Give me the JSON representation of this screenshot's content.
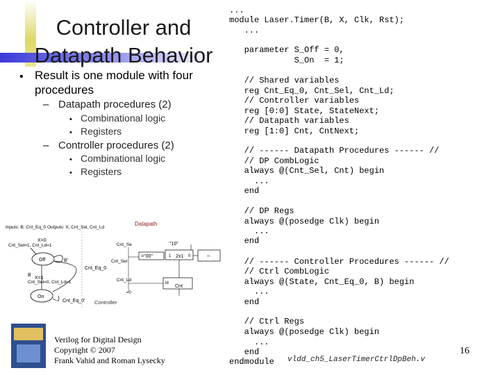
{
  "slide": {
    "title_line1": "Controller and",
    "title_line2": "Datapath Behavior",
    "bullet_main": "Result is one module with four procedures",
    "sub1": "Datapath procedures (2)",
    "sub1_items": [
      "Combinational logic",
      "Registers"
    ],
    "sub2": "Controller procedures (2)",
    "sub2_items": [
      "Combinational logic",
      "Registers"
    ],
    "bullet_glyph": "•",
    "dash_glyph": "–",
    "credit": "Verilog for Digital Design\nCopyright © 2007\nFrank Vahid and Roman Lysecky",
    "page_number": "16",
    "file_name": "vldd_ch5_LaserTimerCtrlDpBeh.v"
  },
  "code_lines": [
    "...",
    "module Laser.Timer(B, X, Clk, Rst);",
    "   ...",
    "",
    "   parameter S_Off = 0,",
    "             S_On  = 1;",
    "",
    "   // Shared variables",
    "   reg Cnt_Eq_0, Cnt_Sel, Cnt_Ld;",
    "   // Controller variables",
    "   reg [0:0] State, StateNext;",
    "   // Datapath variables",
    "   reg [1:0] Cnt, CntNext;",
    "",
    "   // ------ Datapath Procedures ------ //",
    "   // DP CombLogic",
    "   always @(Cnt_Sel, Cnt) begin",
    "     ...",
    "   end",
    "",
    "   // DP Regs",
    "   always @(posedge Clk) begin",
    "     ...",
    "   end",
    "",
    "   // ------ Controller Procedures ------ //",
    "   // Ctrl CombLogic",
    "   always @(State, Cnt_Eq_0, B) begin",
    "     ...",
    "   end",
    "",
    "   // Ctrl Regs",
    "   always @(posedge Clk) begin",
    "     ...",
    "   end",
    "endmodule"
  ],
  "diagram": {
    "header": "Inputs: B; Cnt_Eq_0   Outputs: X, Cnt_Sel, Cnt_Ld",
    "datapath_label": "Datapath",
    "controller_label": "Controller",
    "init_x": "X=0",
    "init_actions": "Cnt_Sel=1, Cnt_Ld=1",
    "state_off": "Off",
    "state_on": "On",
    "b_label": "B",
    "b_not": "B'",
    "on_x": "X=1",
    "on_actions": "Cnt_Sel=0, Cnt_Ld=1",
    "cnt_eq_label": "Cnt_Eq_0",
    "cnt_eq_not": "Cnt_Eq_0'",
    "cnt_se": "Cnt_Se",
    "cnt_sel": "Cnt_Sel",
    "cnt_ld": "Cnt_Ld",
    "const_10": "\"10\"",
    "const_00": "=\"00\"",
    "mux": "2x1",
    "mux_1": "1",
    "mux_0": "0",
    "minus": "–",
    "ld": "ld",
    "cnt": "Cnt",
    "eq": "=0"
  },
  "colors": {
    "accent_bar": "#3a3ad8",
    "highlight": "#d6d24a",
    "datapath_text": "#8b1a1a"
  }
}
